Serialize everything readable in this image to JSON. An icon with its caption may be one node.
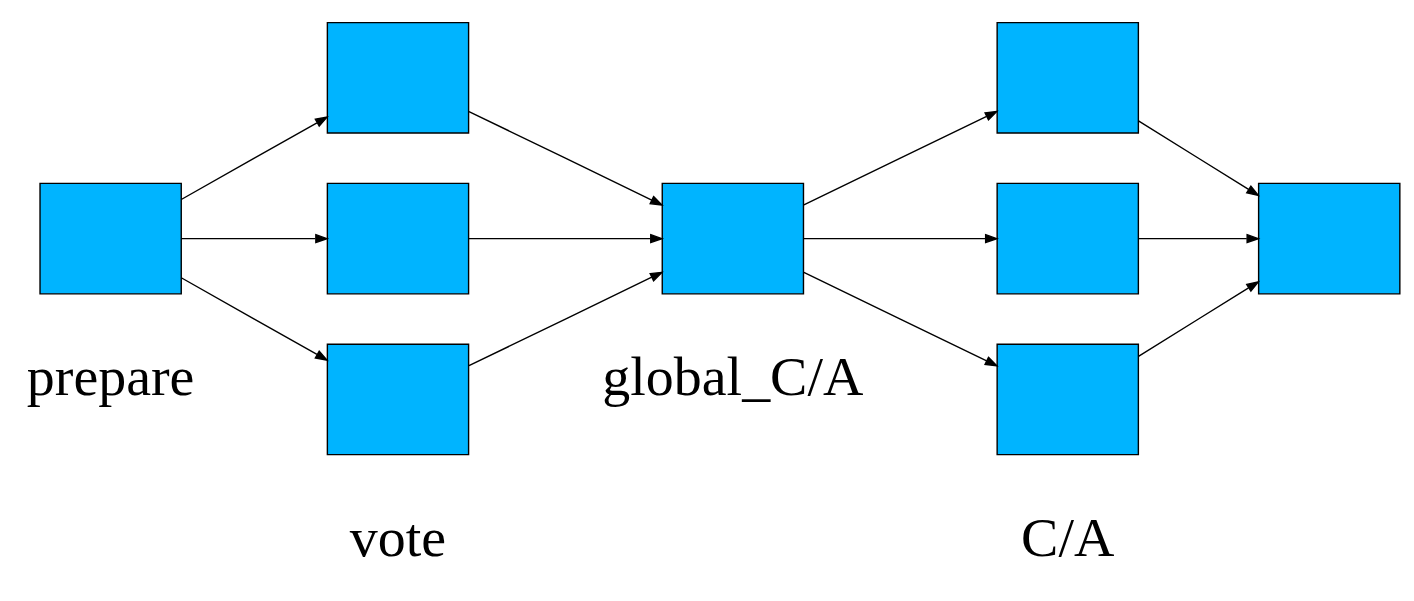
{
  "diagram": {
    "nodes": [
      {
        "text": [],
        "shape": "box"
      },
      {
        "text": [],
        "shape": "box"
      },
      {
        "text": [],
        "shape": "box"
      },
      {
        "text": [],
        "shape": "box"
      },
      {
        "text": [],
        "shape": "box"
      },
      {
        "text": [],
        "shape": "box"
      },
      {
        "text": [],
        "shape": "box"
      },
      {
        "text": [],
        "shape": "box"
      },
      {
        "text": [],
        "shape": "box"
      }
    ],
    "edges": [
      {
        "from": 0,
        "to": 1,
        "arrow": "to"
      },
      {
        "from": 0,
        "to": 2,
        "arrow": "to"
      },
      {
        "from": 0,
        "to": 3,
        "arrow": "to"
      },
      {
        "from": 1,
        "to": 4,
        "arrow": "to"
      },
      {
        "from": 2,
        "to": 4,
        "arrow": "to"
      },
      {
        "from": 3,
        "to": 4,
        "arrow": "to"
      },
      {
        "from": 4,
        "to": 5,
        "arrow": "to"
      },
      {
        "from": 4,
        "to": 6,
        "arrow": "to"
      },
      {
        "from": 4,
        "to": 7,
        "arrow": "to"
      },
      {
        "from": 5,
        "to": 8,
        "arrow": "to"
      },
      {
        "from": 6,
        "to": 8,
        "arrow": "to"
      },
      {
        "from": 7,
        "to": 8,
        "arrow": "to"
      }
    ],
    "labels": [
      "prepare",
      "vote",
      "global_C/A",
      "C/A"
    ]
  }
}
